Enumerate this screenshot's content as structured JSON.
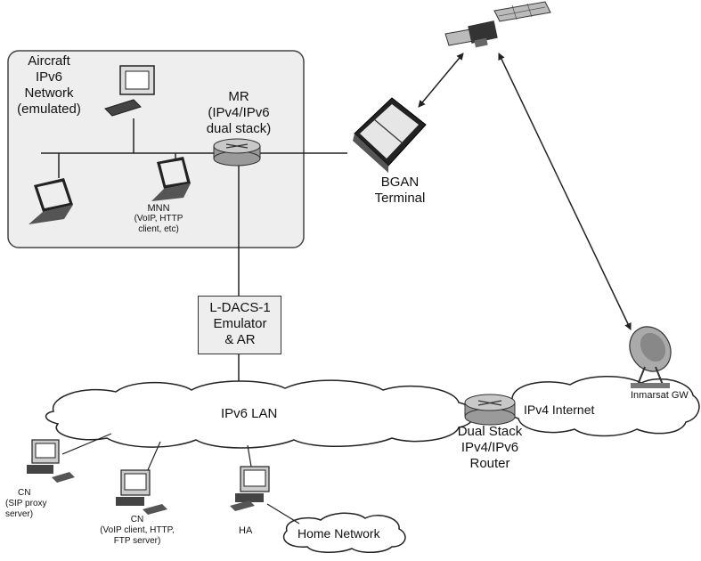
{
  "aircraft_network": {
    "title_lines": [
      "Aircraft",
      "IPv6",
      "Network",
      "(emulated)"
    ]
  },
  "mr": {
    "lines": [
      "MR",
      "(IPv4/IPv6",
      "dual stack)"
    ]
  },
  "mnn": {
    "lines": [
      "MNN",
      "(VoIP, HTTP",
      "client, etc)"
    ]
  },
  "bgan": {
    "lines": [
      "BGAN",
      "Terminal"
    ]
  },
  "ldacs": {
    "lines": [
      "L-DACS-1",
      "Emulator",
      "& AR"
    ]
  },
  "ipv6_lan": {
    "label": "IPv6 LAN"
  },
  "ipv4_internet": {
    "label": "IPv4 Internet"
  },
  "inmarsat": {
    "label": "Inmarsat GW"
  },
  "dual_stack_router": {
    "lines": [
      "Dual Stack",
      "IPv4/IPv6",
      "Router"
    ]
  },
  "cn_sip": {
    "lines": [
      "CN",
      "(SIP proxy",
      "server)"
    ]
  },
  "cn_voip": {
    "lines": [
      "CN",
      "(VoIP client, HTTP,",
      "FTP server)"
    ]
  },
  "ha": {
    "label": "HA"
  },
  "home_network": {
    "label": "Home Network"
  },
  "colors": {
    "panel_bg": "#eeeeee",
    "line": "#333333",
    "router_body": "#9a9a9a",
    "router_top": "#c8c8c8"
  }
}
